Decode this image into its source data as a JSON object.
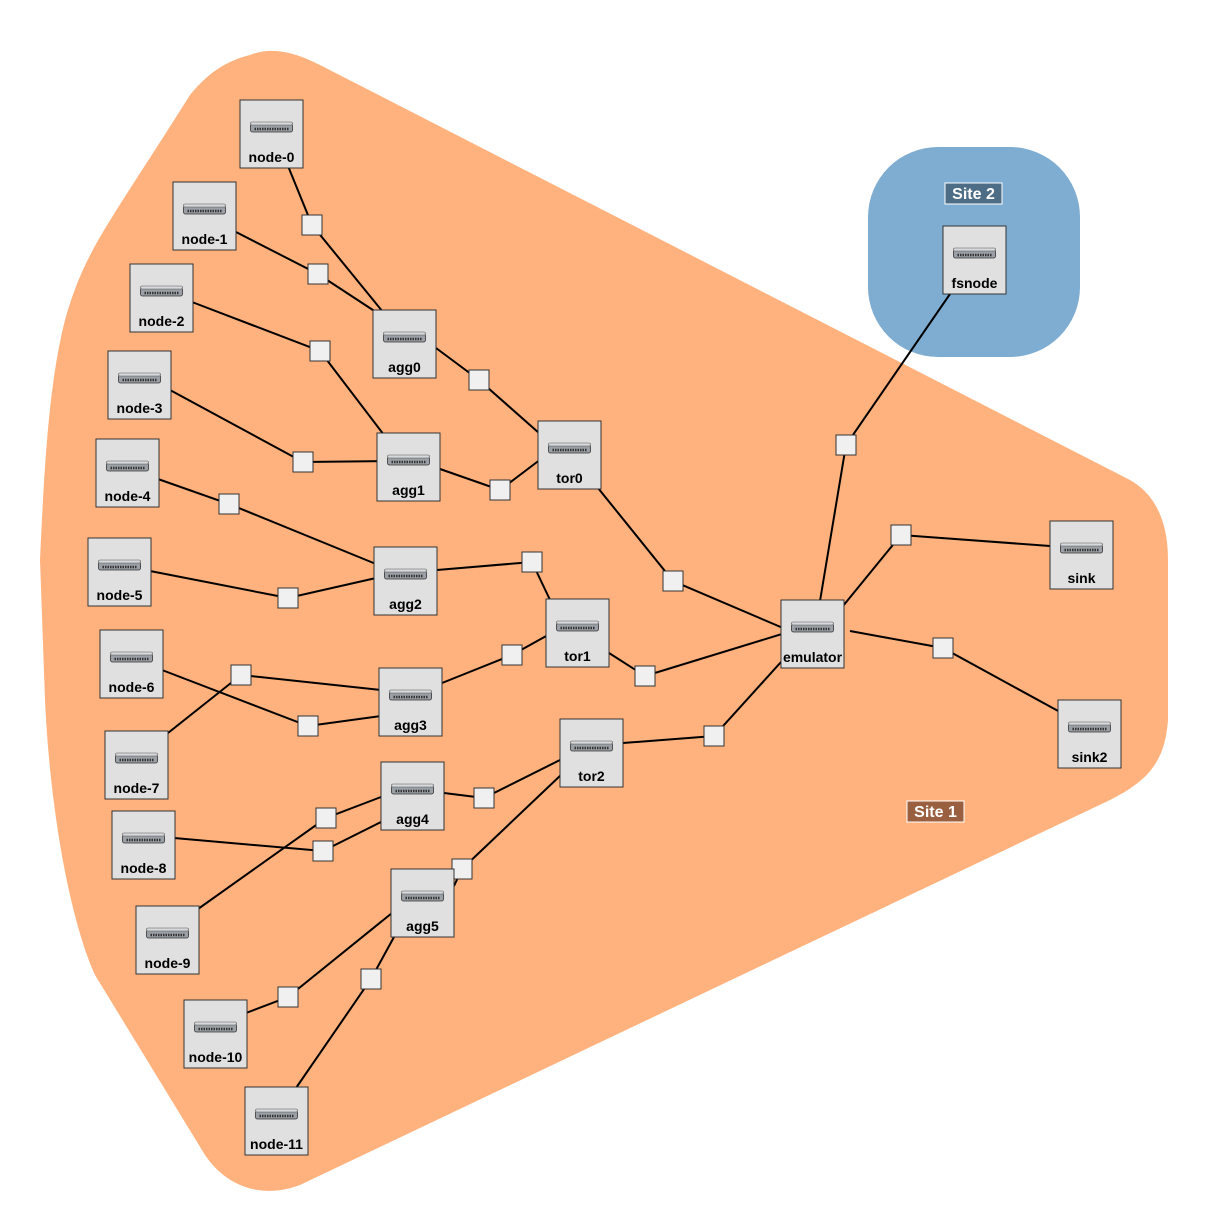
{
  "sites": [
    {
      "id": "site1",
      "label": "Site 1",
      "fill": "#ffb27d",
      "badge": "#9a5f3f"
    },
    {
      "id": "site2",
      "label": "Site 2",
      "fill": "#7fadd2",
      "badge": "#4d6d86"
    }
  ],
  "nodes": [
    {
      "id": "node-0",
      "label": "node-0"
    },
    {
      "id": "node-1",
      "label": "node-1"
    },
    {
      "id": "node-2",
      "label": "node-2"
    },
    {
      "id": "node-3",
      "label": "node-3"
    },
    {
      "id": "node-4",
      "label": "node-4"
    },
    {
      "id": "node-5",
      "label": "node-5"
    },
    {
      "id": "node-6",
      "label": "node-6"
    },
    {
      "id": "node-7",
      "label": "node-7"
    },
    {
      "id": "node-8",
      "label": "node-8"
    },
    {
      "id": "node-9",
      "label": "node-9"
    },
    {
      "id": "node-10",
      "label": "node-10"
    },
    {
      "id": "node-11",
      "label": "node-11"
    },
    {
      "id": "agg0",
      "label": "agg0"
    },
    {
      "id": "agg1",
      "label": "agg1"
    },
    {
      "id": "agg2",
      "label": "agg2"
    },
    {
      "id": "agg3",
      "label": "agg3"
    },
    {
      "id": "agg4",
      "label": "agg4"
    },
    {
      "id": "agg5",
      "label": "agg5"
    },
    {
      "id": "tor0",
      "label": "tor0"
    },
    {
      "id": "tor1",
      "label": "tor1"
    },
    {
      "id": "tor2",
      "label": "tor2"
    },
    {
      "id": "emulator",
      "label": "emulator"
    },
    {
      "id": "sink",
      "label": "sink"
    },
    {
      "id": "sink2",
      "label": "sink2"
    },
    {
      "id": "fsnode",
      "label": "fsnode"
    }
  ],
  "links": [
    [
      "node-0",
      "agg0"
    ],
    [
      "node-1",
      "agg0"
    ],
    [
      "node-2",
      "agg1"
    ],
    [
      "node-3",
      "agg1"
    ],
    [
      "node-4",
      "agg2"
    ],
    [
      "node-5",
      "agg2"
    ],
    [
      "node-6",
      "agg3"
    ],
    [
      "node-7",
      "agg3"
    ],
    [
      "node-8",
      "agg4"
    ],
    [
      "node-9",
      "agg4"
    ],
    [
      "node-10",
      "agg5"
    ],
    [
      "node-11",
      "agg5"
    ],
    [
      "agg0",
      "tor0"
    ],
    [
      "agg1",
      "tor0"
    ],
    [
      "agg2",
      "tor1"
    ],
    [
      "agg3",
      "tor1"
    ],
    [
      "agg4",
      "tor2"
    ],
    [
      "agg5",
      "tor2"
    ],
    [
      "tor0",
      "emulator"
    ],
    [
      "tor1",
      "emulator"
    ],
    [
      "tor2",
      "emulator"
    ],
    [
      "emulator",
      "sink"
    ],
    [
      "emulator",
      "sink2"
    ],
    [
      "emulator",
      "fsnode"
    ]
  ]
}
